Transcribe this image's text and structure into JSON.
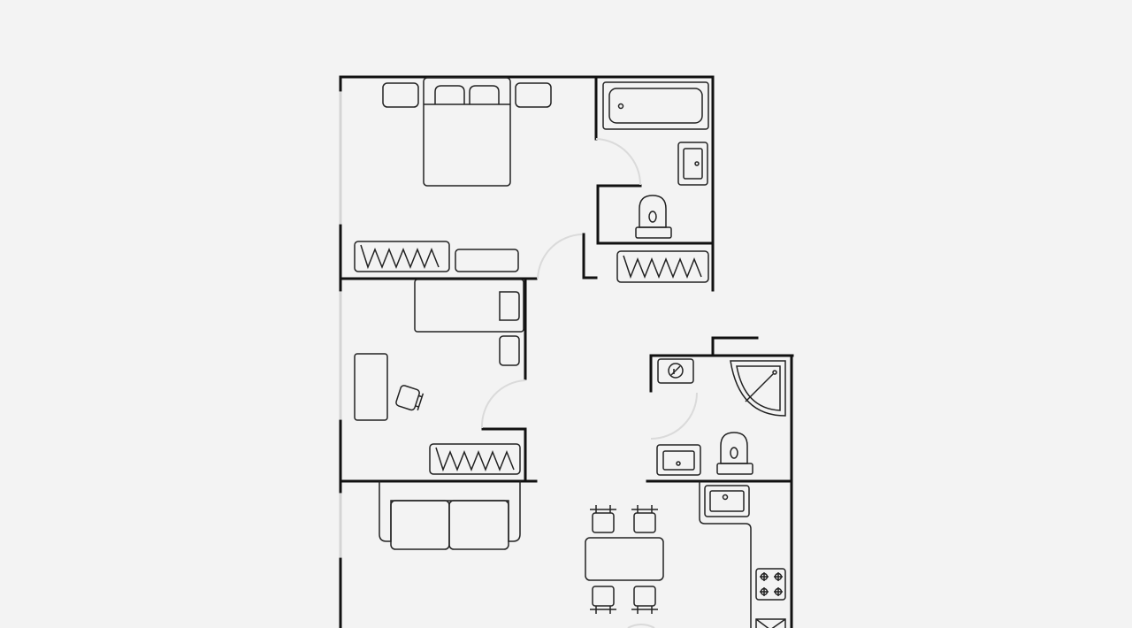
{
  "plan": {
    "colors": {
      "background": "#f3f3f3",
      "walls": "#111111",
      "windows": "#d4d4d4",
      "door_swings": "#dadada",
      "fixtures": "#222222"
    },
    "rooms": [
      "bedroom",
      "bathroom",
      "study-bedroom",
      "wc",
      "living-room",
      "kitchen"
    ],
    "icons": [
      "double-bed-icon",
      "nightstand-icon",
      "bathtub-icon",
      "washbasin-icon",
      "toilet-icon",
      "wardrobe-icon",
      "single-bed-icon",
      "desk-icon",
      "office-chair-icon",
      "shower-icon",
      "boiler-icon",
      "sofa-icon",
      "dining-table-icon",
      "dining-chair-icon",
      "kitchen-sink-icon",
      "stove-icon"
    ]
  }
}
